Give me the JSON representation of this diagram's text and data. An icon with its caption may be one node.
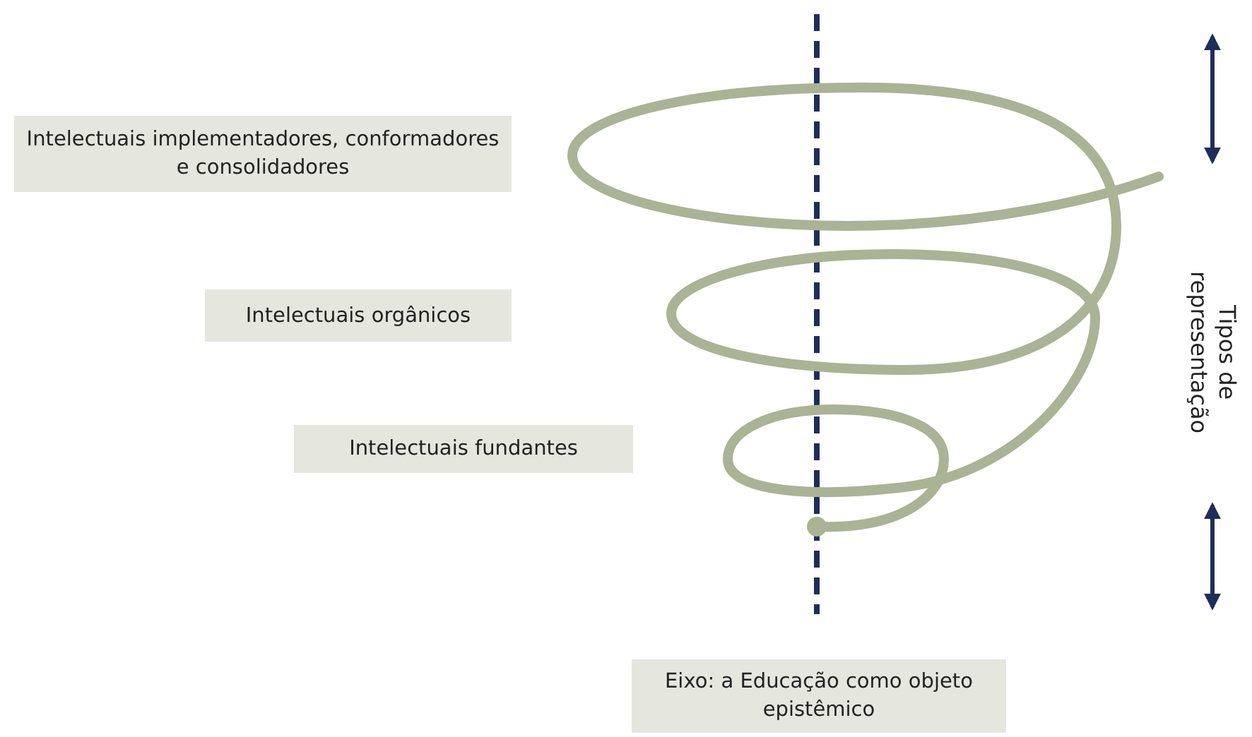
{
  "diagram": {
    "nodes": [
      {
        "text": [
          "Intelectuais implementadores, conformadores e consolidadores"
        ]
      },
      {
        "text": [
          "Intelectuais orgânicos"
        ]
      },
      {
        "text": [
          "Intelectuais fundantes"
        ]
      },
      {
        "text": [
          "Eixo: a Educação como objeto epistêmico"
        ]
      }
    ],
    "labels": [
      "Tipos de representação"
    ]
  }
}
